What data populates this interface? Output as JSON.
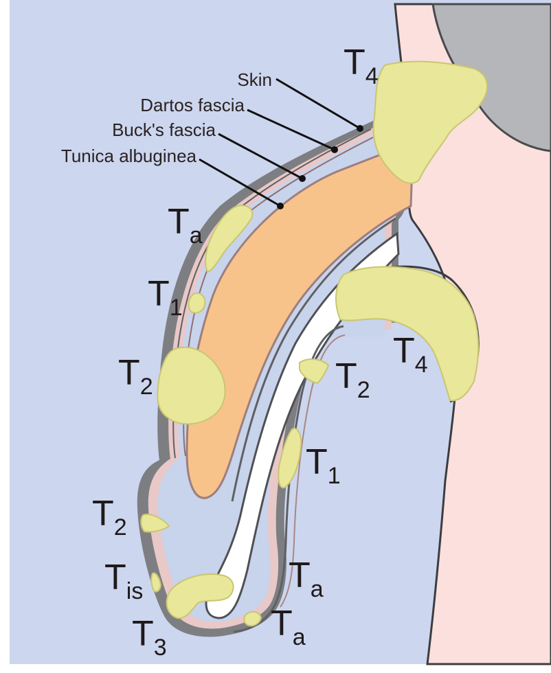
{
  "layer_labels": {
    "skin": "Skin",
    "dartos": "Dartos fascia",
    "bucks": "Buck's fascia",
    "tunica": "Tunica albuginea"
  },
  "stage_labels": {
    "t4_top": {
      "main": "T",
      "sub": "4"
    },
    "ta_upper": {
      "main": "T",
      "sub": "a"
    },
    "t1_left": {
      "main": "T",
      "sub": "1"
    },
    "t2_left": {
      "main": "T",
      "sub": "2"
    },
    "t2_right": {
      "main": "T",
      "sub": "2"
    },
    "t4_right": {
      "main": "T",
      "sub": "4"
    },
    "t1_right": {
      "main": "T",
      "sub": "1"
    },
    "t2_lower": {
      "main": "T",
      "sub": "2"
    },
    "tis": {
      "main": "T",
      "sub": "is"
    },
    "ta_mid": {
      "main": "T",
      "sub": "a"
    },
    "t3": {
      "main": "T",
      "sub": "3"
    },
    "ta_bottom": {
      "main": "T",
      "sub": "a"
    }
  },
  "colors": {
    "background_left": "#ccd6ee",
    "background_right": "#fbe0de",
    "body_blue": "#c8d3ec",
    "corpus": "#f8c28b",
    "tumor": "#e8e79a",
    "tumor_outline": "#c9c670",
    "fascia_gray": "#7d7e82",
    "fascia_pink": "#e9c8c8",
    "testis_gray": "#b5b6b9"
  }
}
